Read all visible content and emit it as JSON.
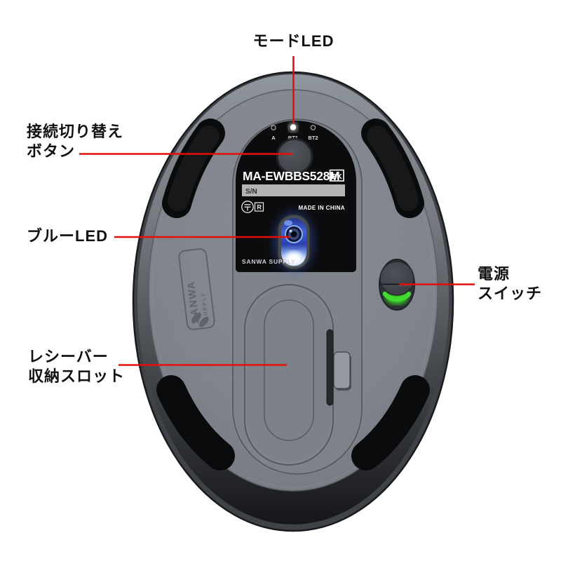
{
  "annotations": {
    "mode_led": {
      "label": "モードLED"
    },
    "connect_button": {
      "line1": "接続切り替え",
      "line2": "ボタン"
    },
    "blue_led": {
      "label": "ブルーLED"
    },
    "receiver_slot": {
      "line1": "レシーバー",
      "line2": "収納スロット"
    },
    "power_switch": {
      "line1": "電源",
      "line2": "スイッチ"
    }
  },
  "mouse": {
    "bottom_label": {
      "model_number": "MA-EWBBS528M",
      "color_code": "BK",
      "serial_label": "S/N",
      "made_in": "MADE IN CHINA",
      "brand": "SANWA SUPPLY",
      "cert_letter": "R",
      "leds": [
        {
          "label": "A",
          "state": "off"
        },
        {
          "label": "BT1",
          "state": "on"
        },
        {
          "label": "BT2",
          "state": "off"
        }
      ]
    },
    "side_logo": {
      "line1": "SANWA",
      "line2": "SUPPLY"
    }
  },
  "colors": {
    "annotation_red": "#e60d0d",
    "body_gray": "#7d828a",
    "panel_black": "#0c0c0e",
    "pad_black": "#0a0b0c",
    "blue_led": "#3f62d6",
    "power_green": "#3fd92f"
  }
}
